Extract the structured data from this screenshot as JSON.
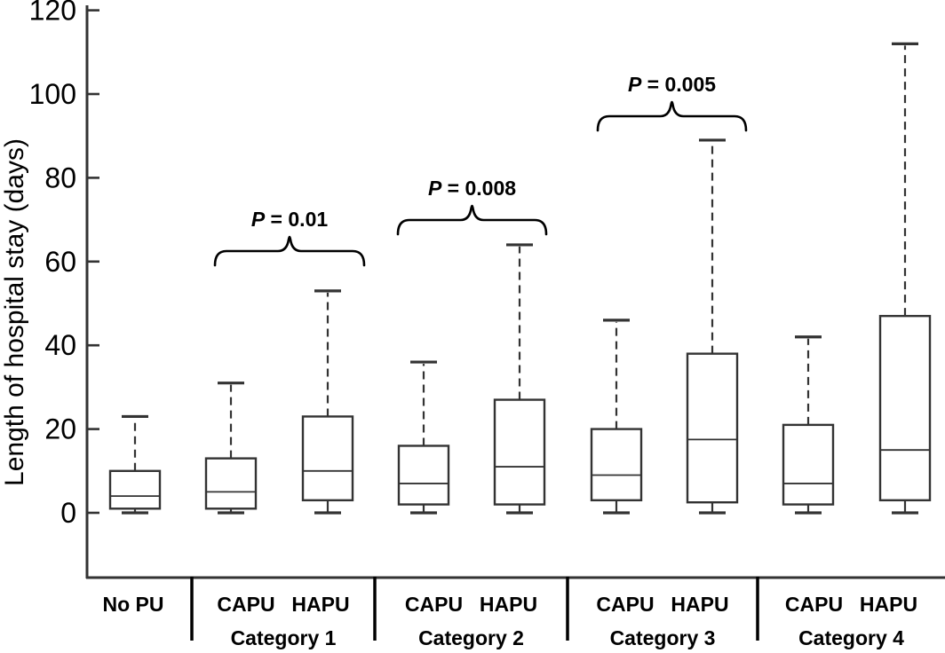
{
  "figure": {
    "background": "#ffffff",
    "line_color": "#333333",
    "text_color": "#000000"
  },
  "chart_data": {
    "type": "boxplot",
    "title": "",
    "ylabel": "Length of hospital stay (days)",
    "xlabel": "",
    "ylim": [
      -16,
      122
    ],
    "yticks": [
      0,
      20,
      40,
      60,
      80,
      100,
      120
    ],
    "grid": false,
    "legend": "none",
    "groups": [
      {
        "label": "No PU",
        "boxes": [
          {
            "series": "No PU",
            "min": 0,
            "q1": 1,
            "median": 4,
            "q3": 10,
            "max": 23
          }
        ]
      },
      {
        "label": "Category 1",
        "series_row": [
          "CAPU",
          "HAPU"
        ],
        "boxes": [
          {
            "series": "CAPU",
            "min": 0,
            "q1": 1,
            "median": 5,
            "q3": 13,
            "max": 31
          },
          {
            "series": "HAPU",
            "min": 0,
            "q1": 3,
            "median": 10,
            "q3": 23,
            "max": 53
          }
        ],
        "p_value": "P = 0.01"
      },
      {
        "label": "Category 2",
        "series_row": [
          "CAPU",
          "HAPU"
        ],
        "boxes": [
          {
            "series": "CAPU",
            "min": 0,
            "q1": 2,
            "median": 7,
            "q3": 16,
            "max": 36
          },
          {
            "series": "HAPU",
            "min": 0,
            "q1": 2,
            "median": 11,
            "q3": 27,
            "max": 64
          }
        ],
        "p_value": "P = 0.008"
      },
      {
        "label": "Category 3",
        "series_row": [
          "CAPU",
          "HAPU"
        ],
        "boxes": [
          {
            "series": "CAPU",
            "min": 0,
            "q1": 3,
            "median": 9,
            "q3": 20,
            "max": 46
          },
          {
            "series": "HAPU",
            "min": 0,
            "q1": 2.5,
            "median": 17.5,
            "q3": 38,
            "max": 89
          }
        ],
        "p_value": "P = 0.005"
      },
      {
        "label": "Category 4",
        "series_row": [
          "CAPU",
          "HAPU"
        ],
        "boxes": [
          {
            "series": "CAPU",
            "min": 0,
            "q1": 2,
            "median": 7,
            "q3": 21,
            "max": 42
          },
          {
            "series": "HAPU",
            "min": 0,
            "q1": 3,
            "median": 15,
            "q3": 47,
            "max": 112
          }
        ]
      }
    ],
    "annotations": [
      {
        "text": "P = 0.01",
        "group": "Category 1"
      },
      {
        "text": "P = 0.008",
        "group": "Category 2"
      },
      {
        "text": "P = 0.005",
        "group": "Category 3"
      }
    ]
  }
}
